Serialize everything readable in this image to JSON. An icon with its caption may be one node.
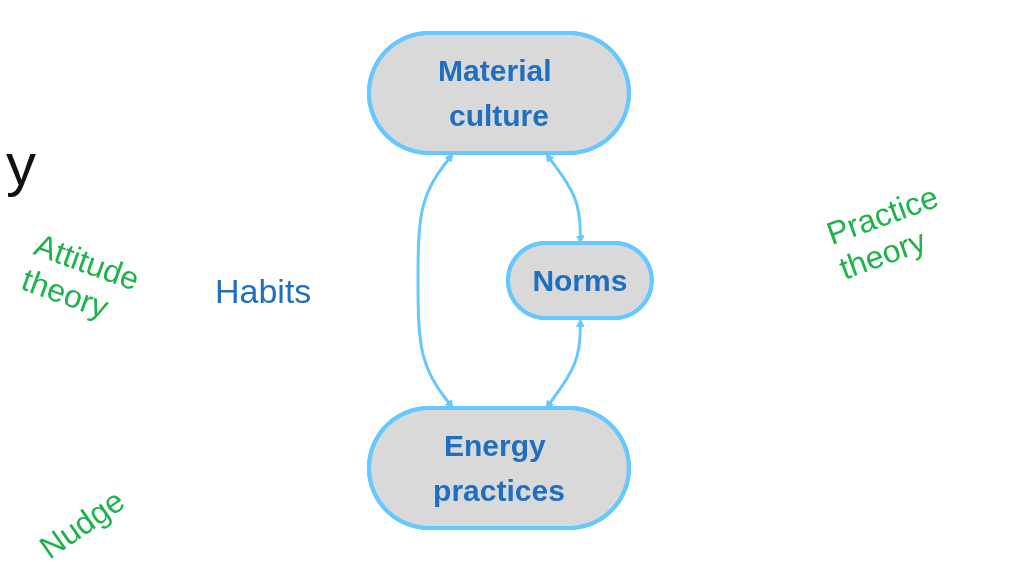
{
  "diagram": {
    "nodes": [
      {
        "text": [
          "Material culture"
        ]
      },
      {
        "text": [
          "Norms"
        ]
      },
      {
        "text": [
          "Energy practices"
        ]
      }
    ],
    "edges": [
      {
        "from": 0,
        "to": 1,
        "arrow": "both"
      },
      {
        "from": 0,
        "to": 2,
        "arrow": "both"
      },
      {
        "from": 1,
        "to": 2,
        "arrow": "both"
      }
    ],
    "labels": [
      "y",
      "Attitude theory",
      "Habits",
      "Practice theory",
      "Nudge"
    ]
  }
}
